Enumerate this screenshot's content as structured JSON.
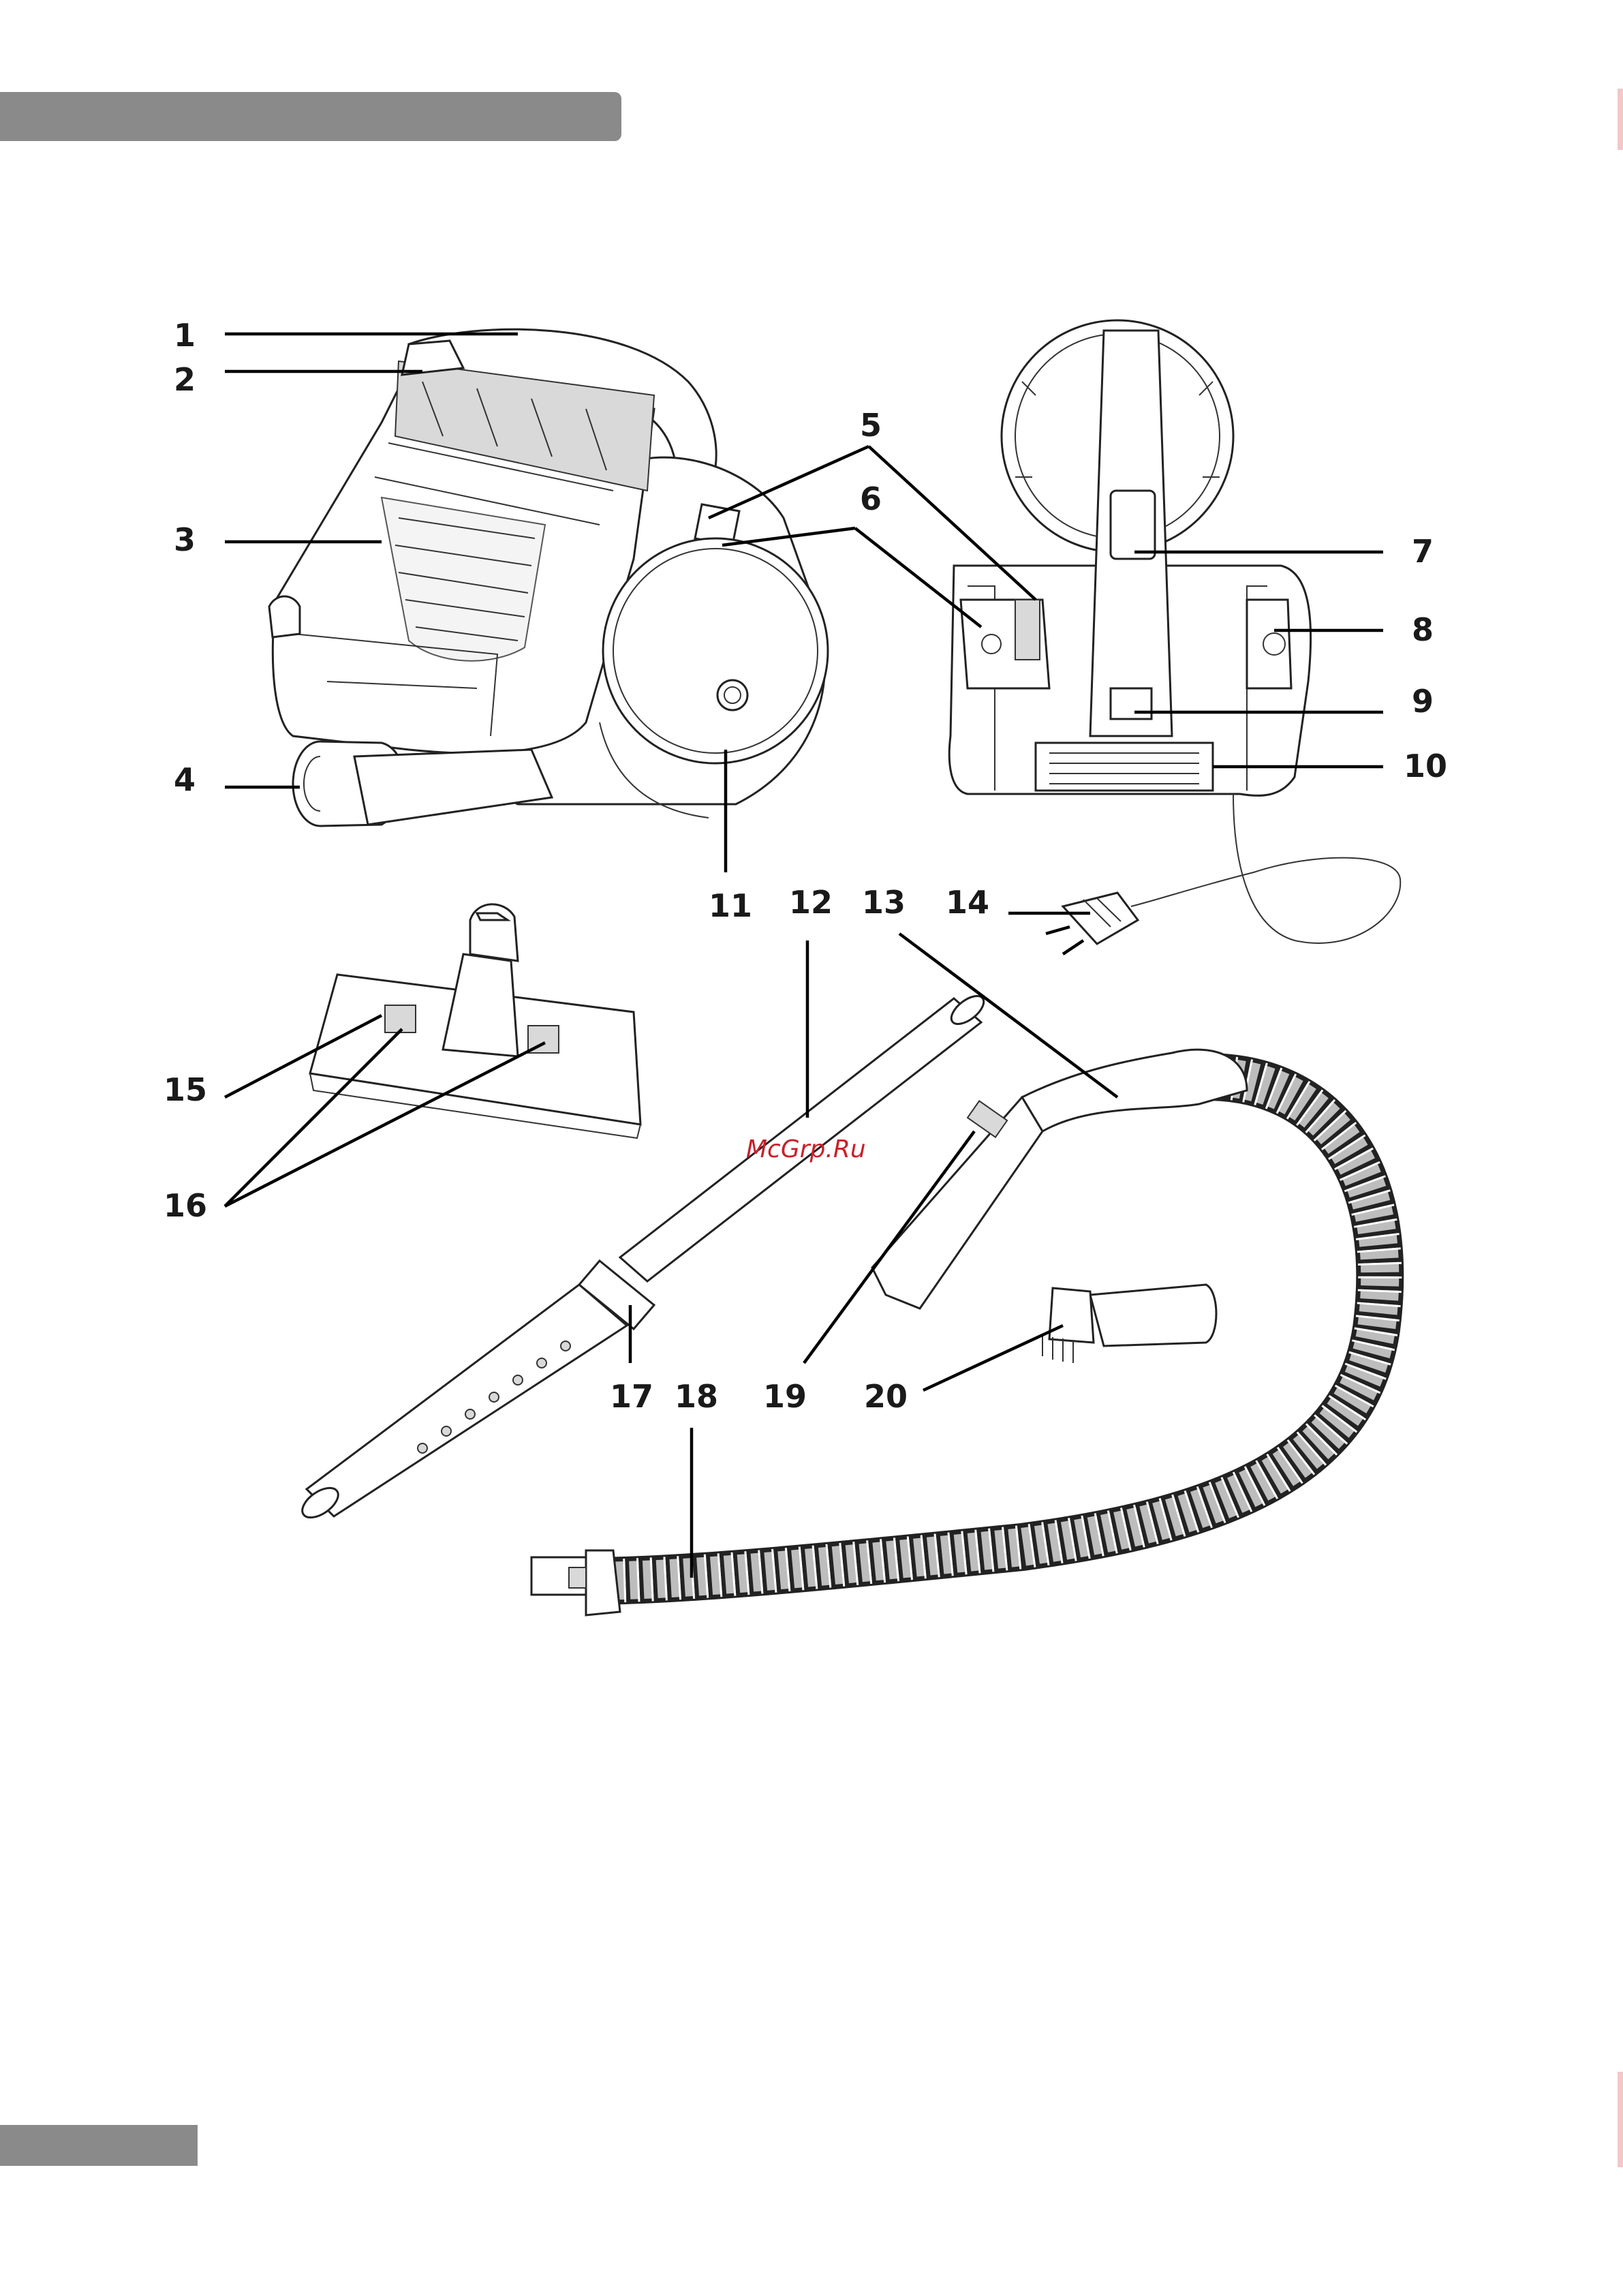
{
  "header": {
    "title": ""
  },
  "watermark": "McGrp.Ru",
  "callouts": [
    "1",
    "2",
    "3",
    "4",
    "5",
    "6",
    "7",
    "8",
    "9",
    "10",
    "11",
    "12",
    "13",
    "14",
    "15",
    "16",
    "17",
    "18",
    "19",
    "20"
  ]
}
